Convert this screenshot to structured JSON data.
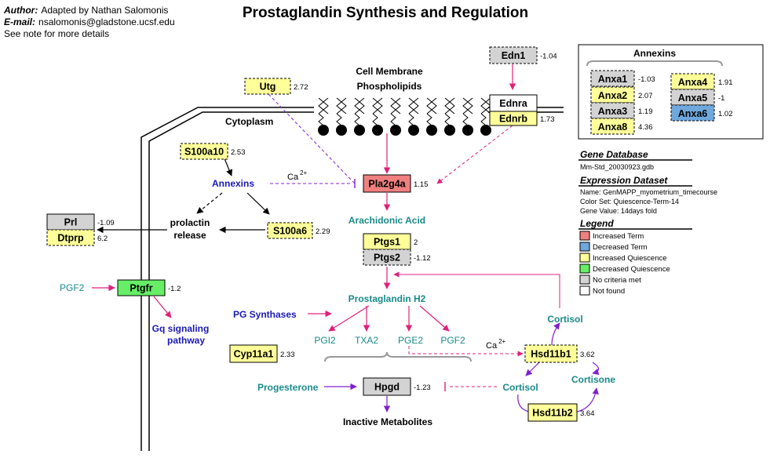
{
  "header": {
    "author_label": "Author:",
    "author": "Adapted by Nathan Salomonis",
    "email_label": "E-mail:",
    "email": "nsalomonis@gladstone.ucsf.edu",
    "note": "See note for more details",
    "title": "Prostaglandin Synthesis and Regulation"
  },
  "colors": {
    "increased_term": "#f08080",
    "decreased_term": "#6fa8dc",
    "increased_quiescence": "#ffff99",
    "decreased_quiescence": "#66ee66",
    "no_criteria": "#d3d3d3",
    "not_found": "#ffffff",
    "teal_label": "#1a8a8a",
    "blue_label": "#1a1ab8",
    "arrow_pink": "#e0207a",
    "arrow_purple": "#8020d0"
  },
  "genes": {
    "edn1": {
      "name": "Edn1",
      "value": "-1.04"
    },
    "ednra": {
      "name": "Ednra",
      "value": ""
    },
    "ednrb": {
      "name": "Ednrb",
      "value": "1.73"
    },
    "utg": {
      "name": "Utg",
      "value": "2.72"
    },
    "s100a10": {
      "name": "S100a10",
      "value": "2.53"
    },
    "pla2g4a": {
      "name": "Pla2g4a",
      "value": "1.15"
    },
    "prl": {
      "name": "Prl",
      "value": "-1.09"
    },
    "dtprp": {
      "name": "Dtprp",
      "value": "6.2"
    },
    "s100a6": {
      "name": "S100a6",
      "value": "2.29"
    },
    "ptgs1": {
      "name": "Ptgs1",
      "value": "2"
    },
    "ptgs2": {
      "name": "Ptgs2",
      "value": "-1.12"
    },
    "ptgfr": {
      "name": "Ptgfr",
      "value": "-1.2"
    },
    "cyp11a1": {
      "name": "Cyp11a1",
      "value": "2.33"
    },
    "hpgd": {
      "name": "Hpgd",
      "value": "-1.23"
    },
    "hsd11b1": {
      "name": "Hsd11b1",
      "value": "3.62"
    },
    "hsd11b2": {
      "name": "Hsd11b2",
      "value": "3.64"
    }
  },
  "labels": {
    "cell_membrane": "Cell Membrane",
    "phospholipids": "Phospholipids",
    "cytoplasm": "Cytoplasm",
    "annexins": "Annexins",
    "ca": "Ca",
    "ca_sup": "2+",
    "prolactin": "prolactin",
    "release": "release",
    "arachidonic_acid": "Arachidonic Acid",
    "pgf2_left": "PGF2",
    "prostaglandin_h2": "Prostaglandin H2",
    "pg_synthases": "PG Synthases",
    "pgi2": "PGI2",
    "txa2": "TXA2",
    "pge2": "PGE2",
    "pgf2": "PGF2",
    "gq_line1": "Gq signaling",
    "gq_line2": "pathway",
    "progesterone": "Progesterone",
    "inactive_metabolites": "Inactive Metabolites",
    "cortisol_top": "Cortisol",
    "cortisol_bottom": "Cortisol",
    "cortisone": "Cortisone"
  },
  "annexins_box": {
    "title": "Annexins",
    "items": [
      {
        "name": "Anxa1",
        "value": "-1.03"
      },
      {
        "name": "Anxa2",
        "value": "2.07"
      },
      {
        "name": "Anxa3",
        "value": "1.19"
      },
      {
        "name": "Anxa8",
        "value": "4.36"
      },
      {
        "name": "Anxa4",
        "value": "1.91"
      },
      {
        "name": "Anxa5",
        "value": "-1"
      },
      {
        "name": "Anxa6",
        "value": "1.02"
      }
    ]
  },
  "info": {
    "gene_db_heading": "Gene Database",
    "gene_db": "Mm-Std_20030923.gdb",
    "expr_heading": "Expression Dataset",
    "expr_name": "Name: GenMAPP_myometrium_timecourse",
    "color_set": "Color Set: Quiescence-Term-14",
    "gene_value": "Gene Value: 14days fold"
  },
  "legend": {
    "heading": "Legend",
    "items": [
      "Increased Term",
      "Decreased Term",
      "Increased Quiescence",
      "Decreased Quiescence",
      "No criteria met",
      "Not found"
    ]
  }
}
